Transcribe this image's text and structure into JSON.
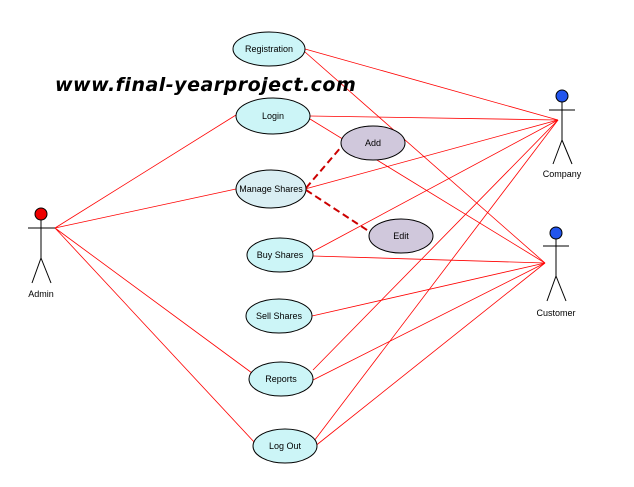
{
  "watermark": "www.final-yearproject.com",
  "colors": {
    "association": "#ff0000",
    "extend": "#cc0000",
    "usecase_fill": "#ccf5f7",
    "usecase_highlight_fill": "#d9eef3",
    "sub_usecase_fill": "#d0c8dc",
    "usecase_stroke": "#000000",
    "admin_head": "#ee0000",
    "company_head": "#2255ee",
    "customer_head": "#2255ee"
  },
  "actors": {
    "admin": {
      "label": "Admin"
    },
    "company": {
      "label": "Company"
    },
    "customer": {
      "label": "Customer"
    }
  },
  "usecases": {
    "registration": {
      "label": "Registration"
    },
    "login": {
      "label": "Login"
    },
    "manage_shares": {
      "label": "Manage Shares"
    },
    "add": {
      "label": "Add"
    },
    "edit": {
      "label": "Edit"
    },
    "buy_shares": {
      "label": "Buy Shares"
    },
    "sell_shares": {
      "label": "Sell Shares"
    },
    "reports": {
      "label": "Reports"
    },
    "log_out": {
      "label": "Log Out"
    }
  }
}
